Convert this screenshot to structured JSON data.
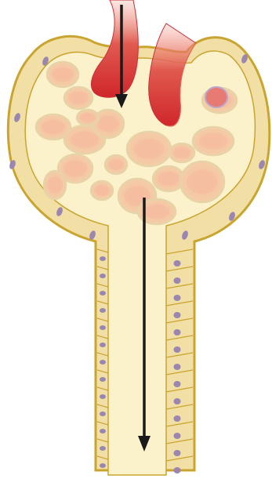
{
  "diagram": {
    "labels": [],
    "arrows": [
      {
        "id": "inflow-arrow",
        "direction": "down"
      },
      {
        "id": "outflow-arrow",
        "direction": "down"
      }
    ],
    "colors": {
      "capsule_outline": "#C9A530",
      "capsule_fill": "#F1DFA6",
      "lumen_fill": "#FBF2CC",
      "cell_nucleus": "#9A86AE",
      "capillary_loop": "#F2C7A6",
      "afferent_vessel": "#D42F2F",
      "arrow": "#1a1a1a"
    }
  }
}
